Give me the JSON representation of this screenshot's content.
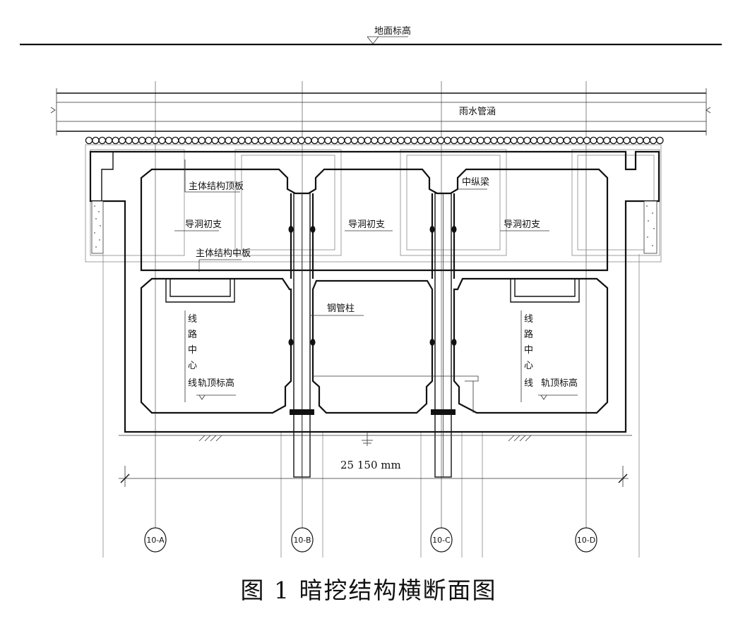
{
  "labels": {
    "ground_elevation": "地面标高",
    "storm_culvert": "雨水管涵",
    "roof_slab": "主体结构顶板",
    "pilot_support_left": "导洞初支",
    "pilot_support_mid": "导洞初支",
    "pilot_support_right": "导洞初支",
    "middle_slab": "主体结构中板",
    "longitudinal_beam": "中纵梁",
    "steel_column": "钢管柱",
    "centerline_left": [
      "线",
      "路",
      "中",
      "心",
      "线"
    ],
    "centerline_right": [
      "线",
      "路",
      "中",
      "心",
      "线"
    ],
    "rail_top_left": "轨顶标高",
    "rail_top_right": "轨顶标高",
    "dimension": "25  150  mm"
  },
  "axes": [
    "10-A",
    "10-B",
    "10-C",
    "10-D"
  ],
  "caption": "图 1  暗挖结构横断面图"
}
